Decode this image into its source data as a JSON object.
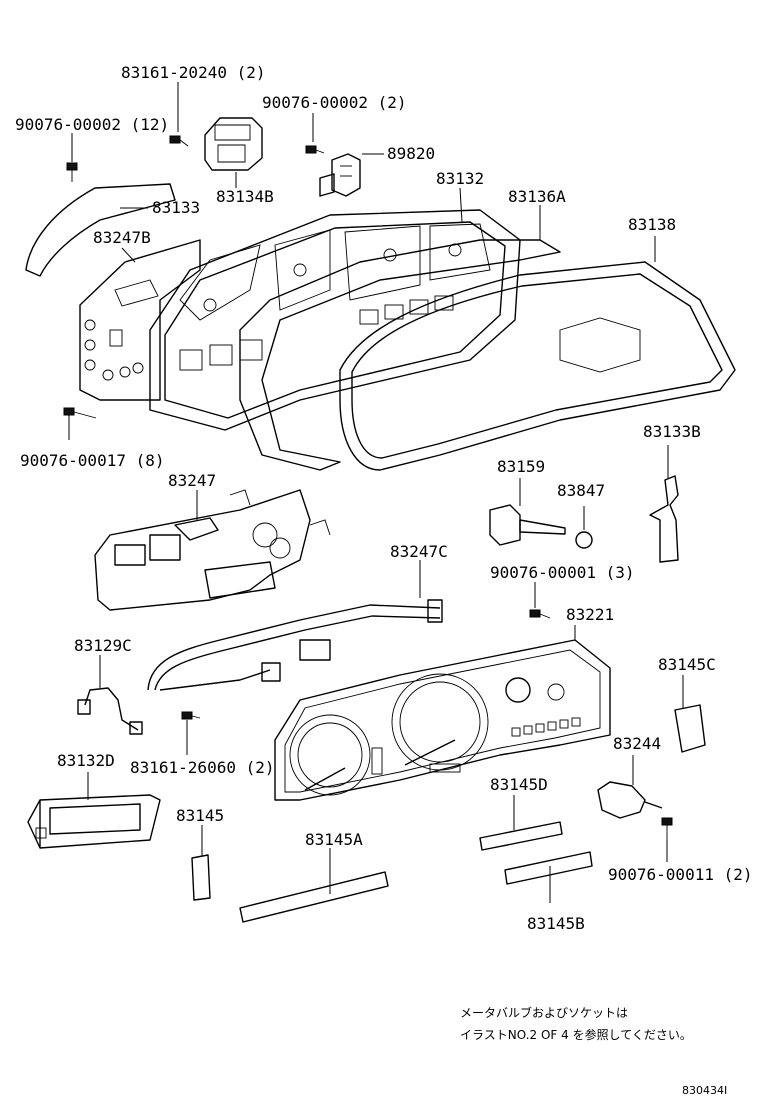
{
  "diagram": {
    "parts": {
      "p83161_20240": "83161-20240 (2)",
      "p90076_00002_12": "90076-00002 (12)",
      "p90076_00002_2": "90076-00002 (2)",
      "p89820": "89820",
      "p83134b": "83134B",
      "p83133": "83133",
      "p83132": "83132",
      "p83136a": "83136A",
      "p83138": "83138",
      "p83247b": "83247B",
      "p90076_00017": "90076-00017 (8)",
      "p83247": "83247",
      "p83159": "83159",
      "p83847": "83847",
      "p83133b": "83133B",
      "p83247c": "83247C",
      "p90076_00001": "90076-00001 (3)",
      "p83221": "83221",
      "p83129c": "83129C",
      "p83145c": "83145C",
      "p83161_26060": "83161-26060 (2)",
      "p83132d": "83132D",
      "p83244": "83244",
      "p83145d": "83145D",
      "p83145": "83145",
      "p83145a": "83145A",
      "p90076_00011": "90076-00011 (2)",
      "p83145b": "83145B"
    },
    "note_line1": "メータバルブおよびソケットは",
    "note_line2": "イラストNO.2 OF 4 を参照してください。",
    "drawing_code": "830434I"
  }
}
